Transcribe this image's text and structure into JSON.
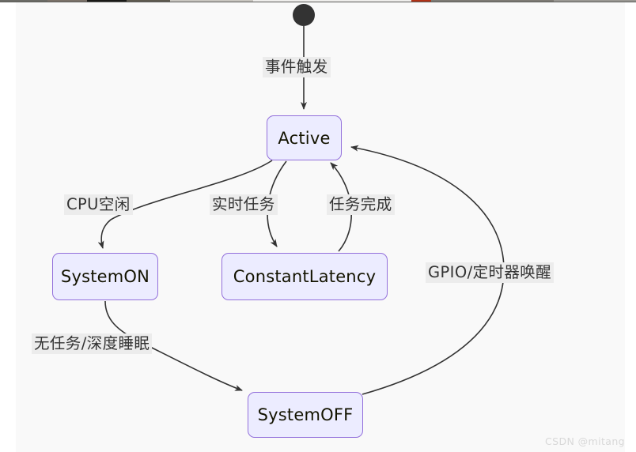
{
  "diagram": {
    "type": "state-machine",
    "background_color": "#f9f9f9",
    "node_fill": "#ececff",
    "node_border": "#9370db",
    "edge_color": "#333333",
    "label_background": "#ececec",
    "start_node": {
      "name": "start",
      "shape": "filled-circle",
      "color": "#333333"
    },
    "states": [
      {
        "id": "active",
        "label": "Active"
      },
      {
        "id": "system_on",
        "label": "SystemON"
      },
      {
        "id": "constant_latency",
        "label": "ConstantLatency"
      },
      {
        "id": "system_off",
        "label": "SystemOFF"
      }
    ],
    "transitions": [
      {
        "id": "t1",
        "from": "start",
        "to": "active",
        "label": "事件触发"
      },
      {
        "id": "t2",
        "from": "active",
        "to": "system_on",
        "label": "CPU空闲"
      },
      {
        "id": "t3",
        "from": "active",
        "to": "constant_latency",
        "label": "实时任务"
      },
      {
        "id": "t4",
        "from": "constant_latency",
        "to": "active",
        "label": "任务完成"
      },
      {
        "id": "t5",
        "from": "system_on",
        "to": "system_off",
        "label": "无任务/深度睡眠"
      },
      {
        "id": "t6",
        "from": "system_off",
        "to": "active",
        "label": "GPIO/定时器唤醒"
      }
    ]
  },
  "watermark": {
    "text": "CSDN @mitang"
  }
}
